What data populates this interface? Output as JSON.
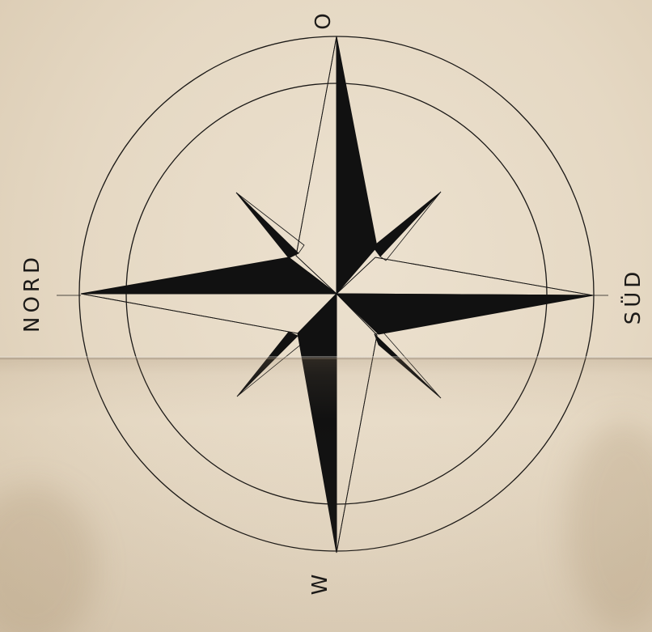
{
  "compass": {
    "labels": {
      "north": "NORD",
      "south": "SÜD",
      "east": "O",
      "west": "W"
    },
    "ink_color": "#111111",
    "paper_color": "#e6d9c4"
  }
}
